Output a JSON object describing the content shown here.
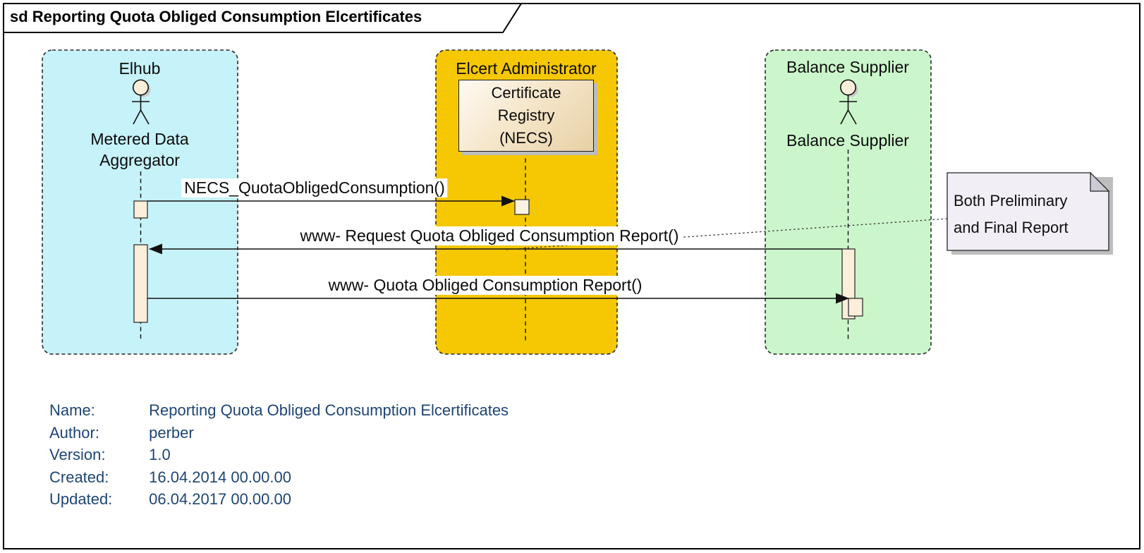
{
  "frame": {
    "title": "sd Reporting Quota Obliged Consumption Elcertificates"
  },
  "lanes": [
    {
      "title": "Elhub",
      "actor_label": "Metered Data Aggregator",
      "fill": "#c6f2f9"
    },
    {
      "title": "Elcert Administrator",
      "object_label": "Certificate\nRegistry\n(NECS)",
      "fill": "#f6c703"
    },
    {
      "title": "Balance Supplier",
      "actor_label": "Balance Supplier",
      "fill": "#cbf6cb"
    }
  ],
  "messages": [
    {
      "label": "NECS_QuotaObligedConsumption()"
    },
    {
      "label": "www- Request Quota Obliged Consumption Report()"
    },
    {
      "label": "www- Quota Obliged Consumption Report()"
    }
  ],
  "note": {
    "text": "Both Preliminary and Final Report",
    "fill": "#f2eef6"
  },
  "metadata": {
    "text_color": "#1e4575",
    "rows": [
      {
        "label": "Name:",
        "value": "Reporting Quota Obliged Consumption Elcertificates"
      },
      {
        "label": "Author:",
        "value": "perber"
      },
      {
        "label": "Version:",
        "value": "1.0"
      },
      {
        "label": "Created:",
        "value": "16.04.2014 00.00.00"
      },
      {
        "label": "Updated:",
        "value": "06.04.2017 00.00.00"
      }
    ]
  },
  "colors": {
    "activation_fill": "#fbeeda",
    "shadow": "#bcbcbc",
    "line": "#111111"
  }
}
